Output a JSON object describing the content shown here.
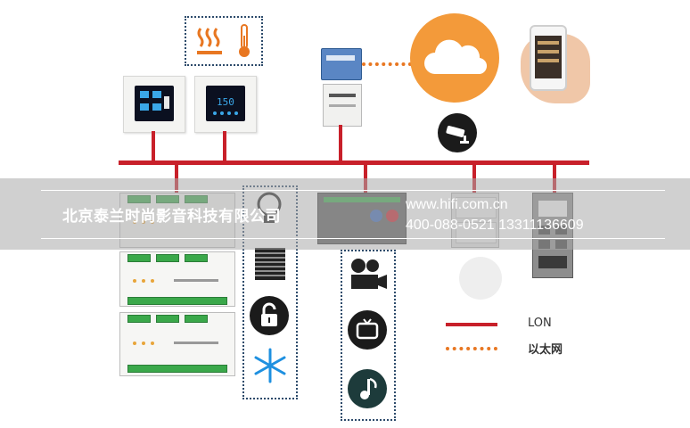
{
  "watermark": {
    "company": "北京泰兰时尚影音科技有限公司",
    "url": "www.hifi.com.cn",
    "phone": "400-088-0521  13311136609"
  },
  "legend": {
    "lon_label": "LON",
    "ethernet_label": "以太网"
  },
  "colors": {
    "bus_red": "#c8202a",
    "ethernet_orange": "#e87722",
    "cloud_orange": "#f39a3a"
  },
  "icons": [
    "heat-wave-icon",
    "thermometer-icon",
    "cloud-icon",
    "cctv-camera-icon",
    "lightbulb-icon",
    "blinds-icon",
    "lock-icon",
    "snowflake-icon",
    "film-projector-icon",
    "television-icon",
    "music-note-icon"
  ]
}
